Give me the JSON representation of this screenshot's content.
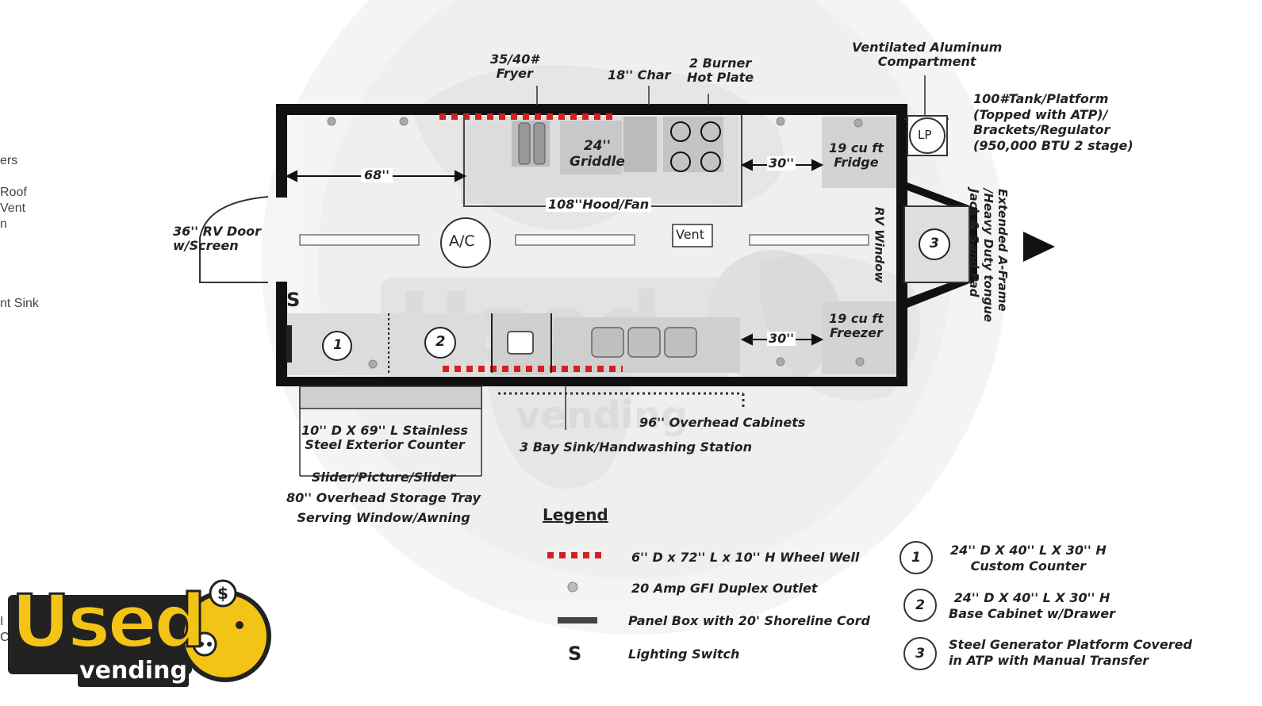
{
  "edge_fragments": [
    "ers",
    "Roof",
    "Vent",
    "n",
    "nt Sink",
    "I",
    "C"
  ],
  "labels": {
    "fryer": [
      "35/40#",
      "Fryer"
    ],
    "char": "18'' Char",
    "hot_plate": [
      "2 Burner",
      "Hot Plate"
    ],
    "vent_compartment": [
      "Ventilated Aluminum",
      "Compartment"
    ],
    "tank": [
      "100#Tank/Platform",
      "(Topped with ATP)/",
      "Brackets/Regulator",
      "(950,000 BTU 2 stage)"
    ],
    "door": [
      "36'' RV Door",
      "w/Screen"
    ],
    "dim_68": "68''",
    "griddle": [
      "24''",
      "Griddle"
    ],
    "dim_30_top": "30''",
    "fridge": [
      "19 cu ft",
      "Fridge"
    ],
    "hood": "108''Hood/Fan",
    "ac": "A/C",
    "vent": "Vent",
    "rv_window": "RV Window",
    "aframe": [
      "Extended A-Frame",
      "/Heavy Duty tongue",
      "Jack & Sand Pad"
    ],
    "lp": "LP",
    "switch_s": "S",
    "num1": "1",
    "num2": "2",
    "num3": "3",
    "dim_30_bottom": "30''",
    "freezer": [
      "19 cu ft",
      "Freezer"
    ],
    "ext_counter": [
      "10'' D X 69'' L Stainless",
      "Steel Exterior Counter"
    ],
    "overhead_cab": "96'' Overhead Cabinets",
    "sink": "3 Bay Sink/Handwashing Station",
    "serving": [
      "Slider/Picture/Slider",
      "80'' Overhead Storage Tray",
      "Serving Window/Awning"
    ]
  },
  "legend": {
    "title": "Legend",
    "items": [
      {
        "symbol": "red-dash",
        "text": "6'' D x 72'' L x 10'' H Wheel Well"
      },
      {
        "symbol": "outlet",
        "text": "20 Amp GFI Duplex Outlet"
      },
      {
        "symbol": "panel",
        "text": "Panel Box with 20' Shoreline Cord"
      },
      {
        "symbol": "S",
        "text": "Lighting Switch"
      }
    ],
    "numbered": [
      {
        "num": "1",
        "lines": [
          "24'' D X 40'' L X 30'' H",
          "Custom Counter"
        ]
      },
      {
        "num": "2",
        "lines": [
          "24'' D X 40'' L X 30'' H",
          "Base Cabinet w/Drawer"
        ]
      },
      {
        "num": "3",
        "lines": [
          "Steel Generator Platform Covered",
          "in ATP with Manual Transfer"
        ]
      }
    ]
  },
  "logo": {
    "main": "Used",
    "sub": "vending",
    "badge": "$"
  },
  "watermark": {
    "main": "Used",
    "sub": "vending"
  },
  "colors": {
    "wall": "#111111",
    "wheel_well": "#d62020",
    "logo_yellow": "#f3c416",
    "watermark": "#d9d9d9"
  }
}
